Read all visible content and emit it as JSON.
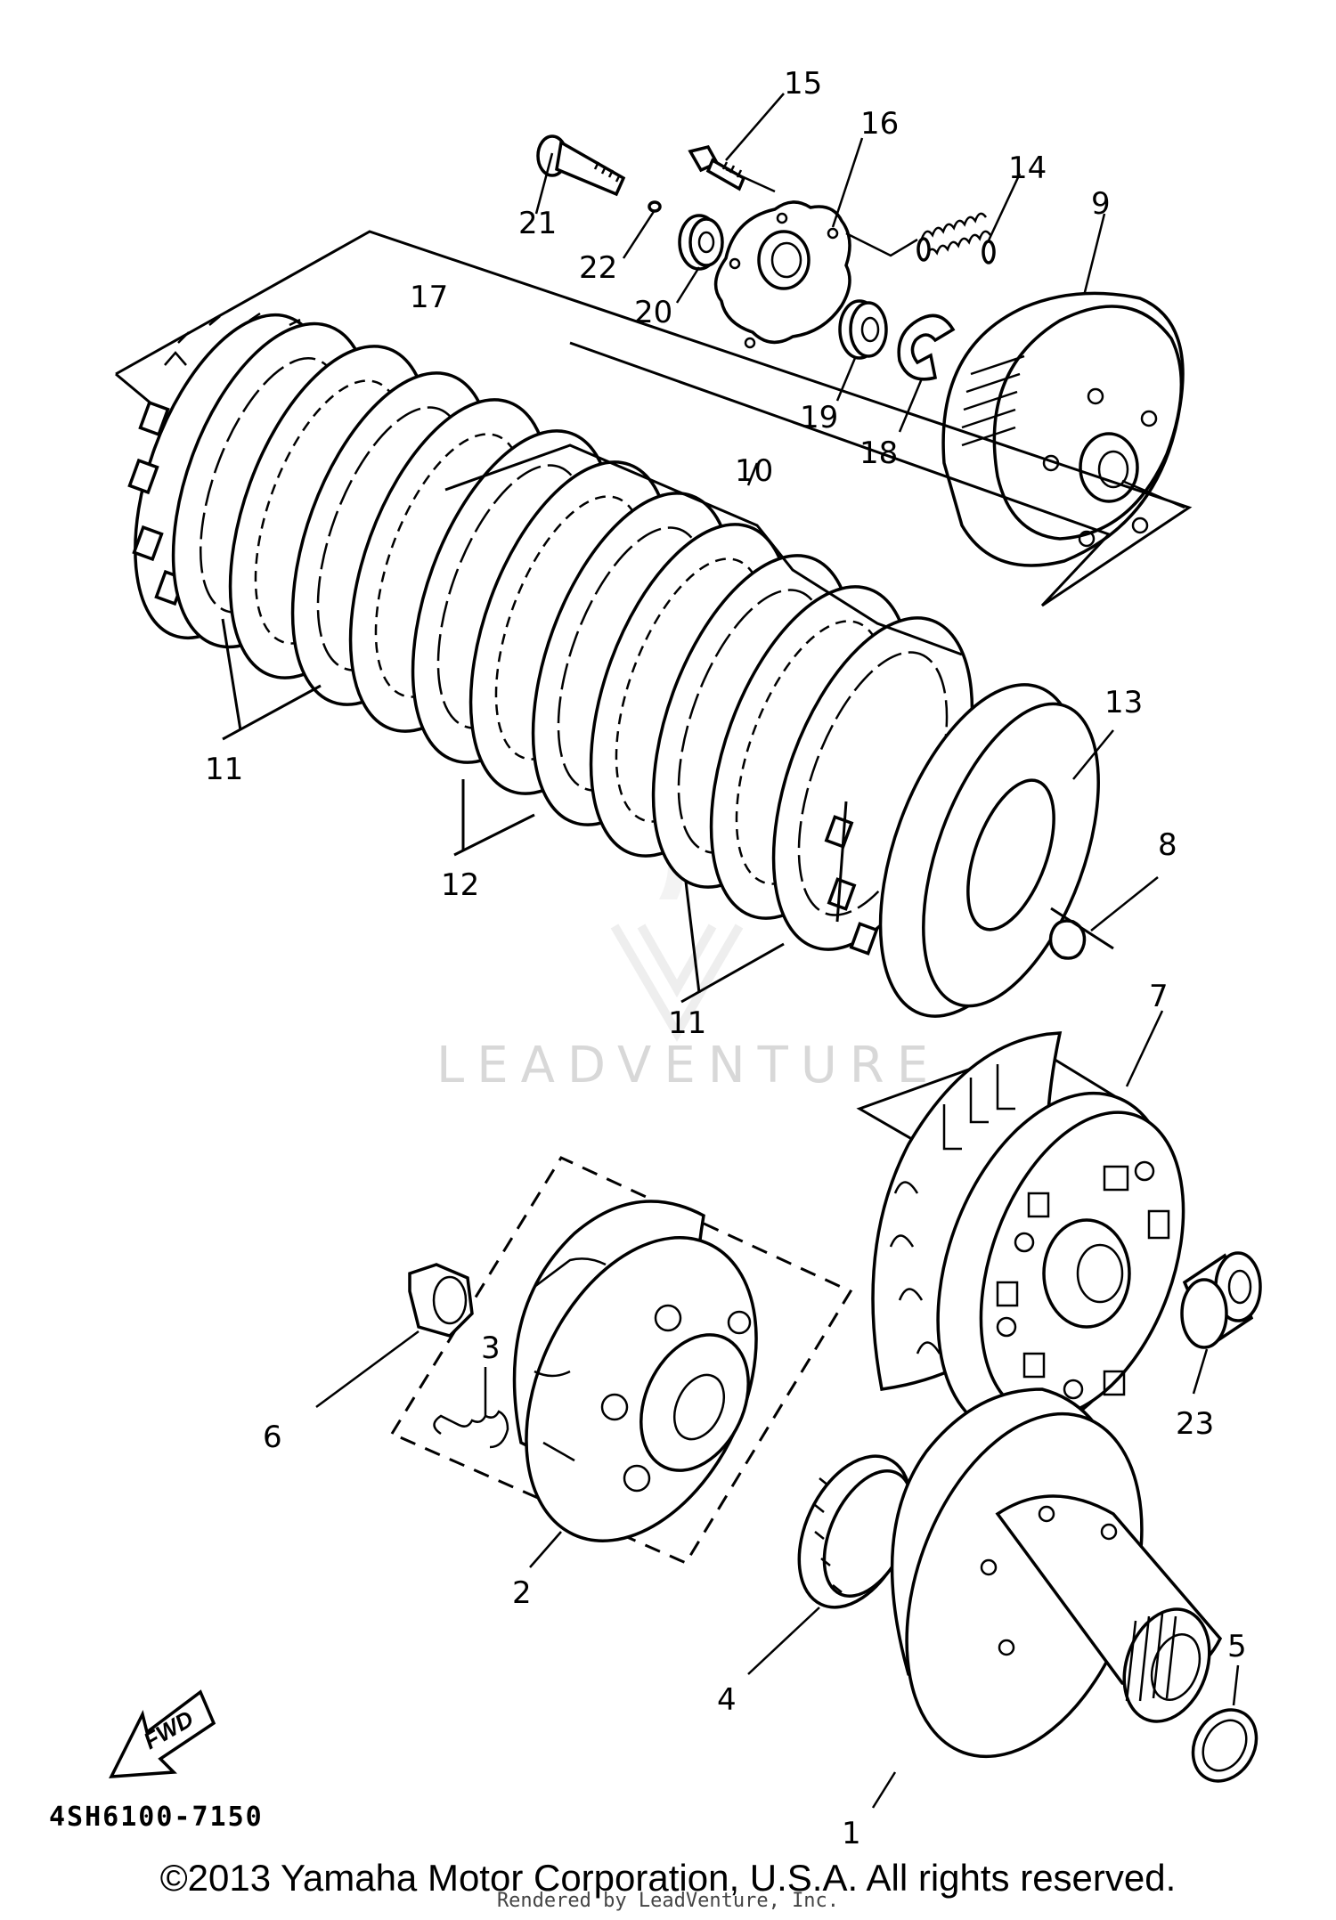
{
  "diagram": {
    "callouts": {
      "c1": "1",
      "c2": "2",
      "c3": "3",
      "c4": "4",
      "c5": "5",
      "c6": "6",
      "c7": "7",
      "c8": "8",
      "c9": "9",
      "c10": "10",
      "c11a": "11",
      "c11b": "11",
      "c12": "12",
      "c13": "13",
      "c14": "14",
      "c15": "15",
      "c16": "16",
      "c17": "17",
      "c18": "18",
      "c19": "19",
      "c20": "20",
      "c21": "21",
      "c22": "22",
      "c23": "23"
    },
    "fwd_label": "FWD",
    "drawing_code": "4SH6100-7150",
    "watermark": "LEADVENTURE"
  },
  "footer": {
    "copyright": "©2013 Yamaha Motor Corporation, U.S.A. All rights reserved.",
    "rendered": "Rendered by LeadVenture, Inc."
  }
}
